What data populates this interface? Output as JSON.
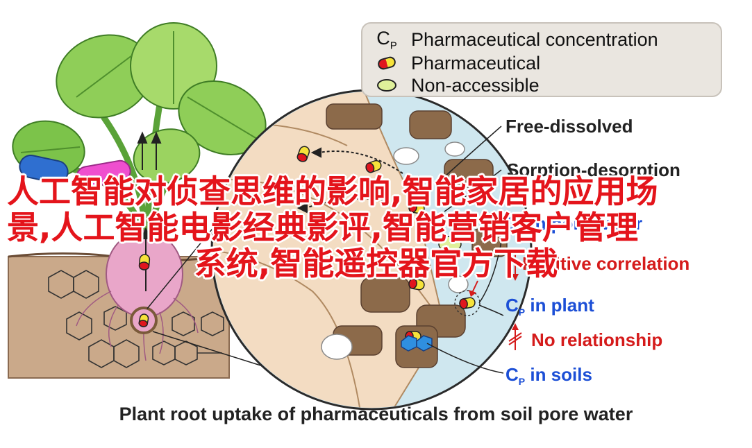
{
  "legend": {
    "items": [
      {
        "key": "cp-symbol",
        "symbol": "C",
        "subscript": "P",
        "label": "Pharmaceutical concentration"
      },
      {
        "key": "pill-icon",
        "label": "Pharmaceutical"
      },
      {
        "key": "ellipse-icon",
        "label": "Non-accessible"
      }
    ]
  },
  "labels": {
    "free_dissolved": "Free-dissolved",
    "sorption_desorption": "Sorption-desorption",
    "pore_water_prefix": "C",
    "pore_water_sub": "P",
    "pore_water_rest": " in pore water",
    "positive_correlation": "Positive correlation",
    "cp_plant_prefix": "C",
    "cp_plant_sub": "P",
    "cp_plant_rest": " in plant",
    "no_relationship": "No relationship",
    "cp_soils_prefix": "C",
    "cp_soils_sub": "P",
    "cp_soils_rest": " in soils"
  },
  "overlay": {
    "line1": "人工智能对侦查思维的影响,智能家居的应用场",
    "line2": "景,人工智能电影经典影评,智能营销客户管理",
    "line3": "系统,智能遥控器官方下载"
  },
  "caption": "Plant root uptake of pharmaceuticals from soil pore water",
  "colors": {
    "red_text": "#e4141b",
    "blue_text": "#1c4fd6",
    "soil": "#c9a98a",
    "pore_water": "#cfe7ef",
    "leaf": "#7cc34a",
    "root_bulb": "#e9a6c9"
  }
}
